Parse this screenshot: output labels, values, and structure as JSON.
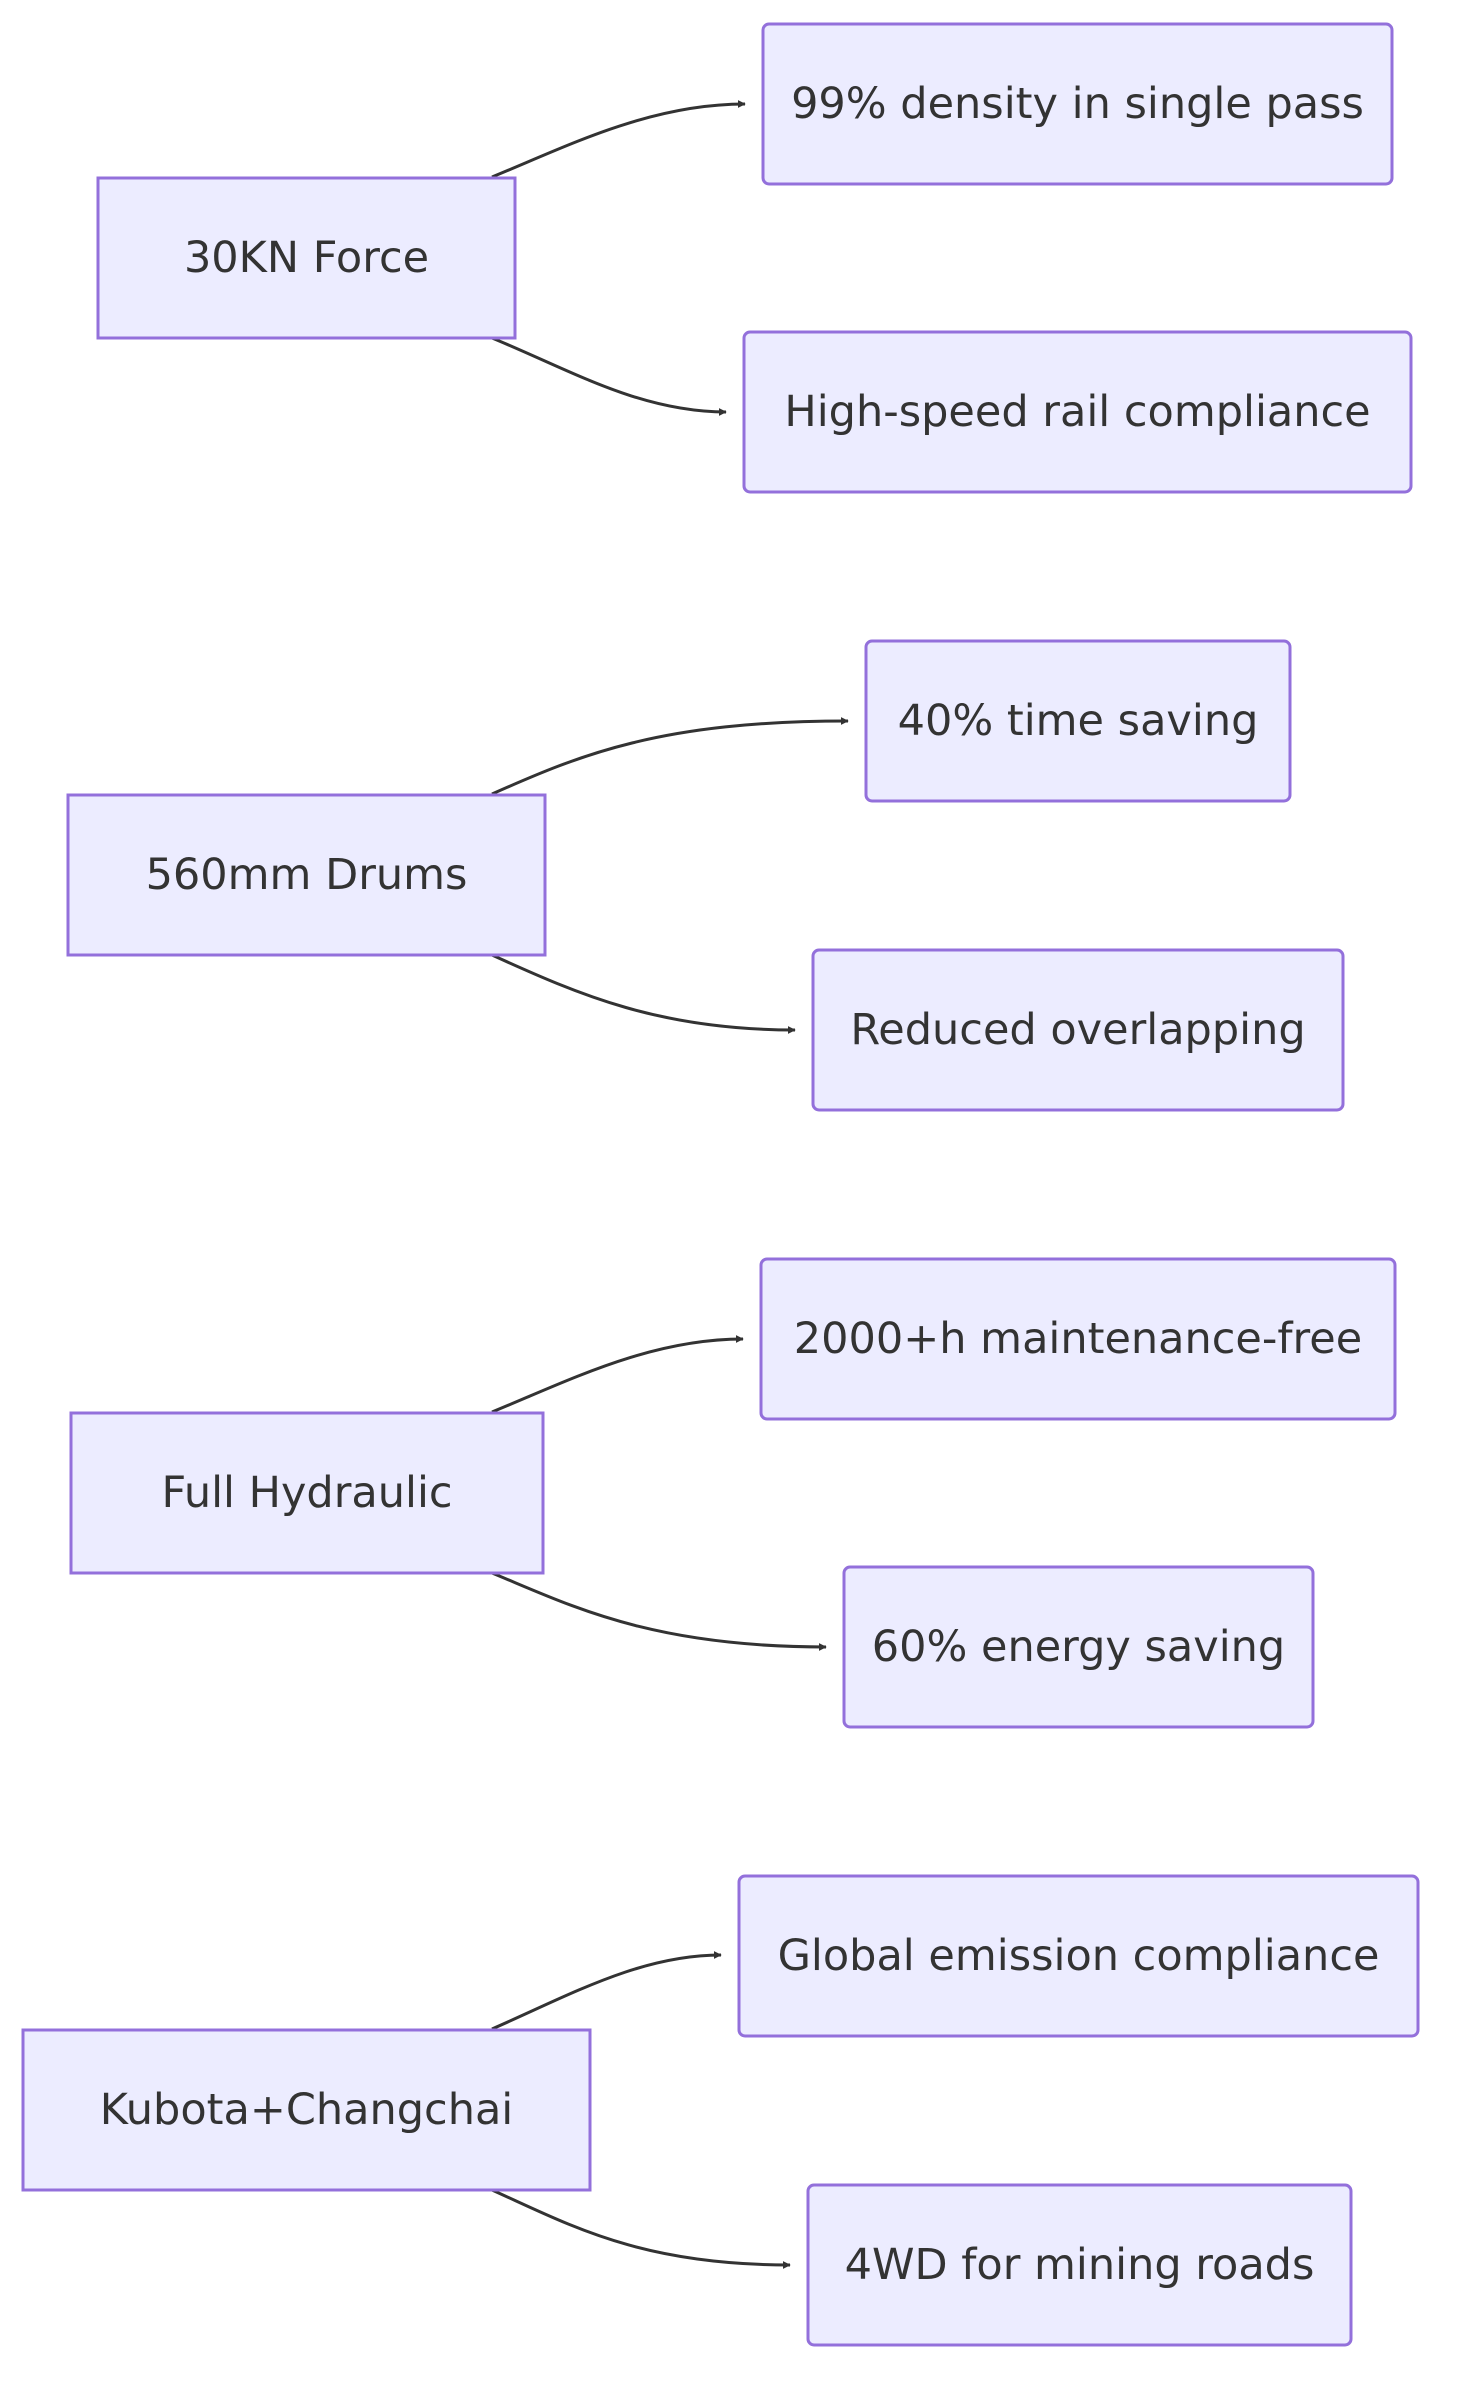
{
  "colors": {
    "node_fill": "#ECECFF",
    "node_stroke": "#9370DB",
    "edge": "#333333",
    "text": "#333333"
  },
  "diagram": {
    "type": "flowchart",
    "direction": "left-to-right",
    "groups": [
      {
        "source": "30KN Force",
        "targets": [
          "99% density in single pass",
          "High-speed rail compliance"
        ]
      },
      {
        "source": "560mm Drums",
        "targets": [
          "40% time saving",
          "Reduced overlapping"
        ]
      },
      {
        "source": "Full Hydraulic",
        "targets": [
          "2000+h maintenance-free",
          "60% energy saving"
        ]
      },
      {
        "source": "Kubota+Changchai",
        "targets": [
          "Global emission compliance",
          "4WD for mining roads"
        ]
      }
    ]
  }
}
